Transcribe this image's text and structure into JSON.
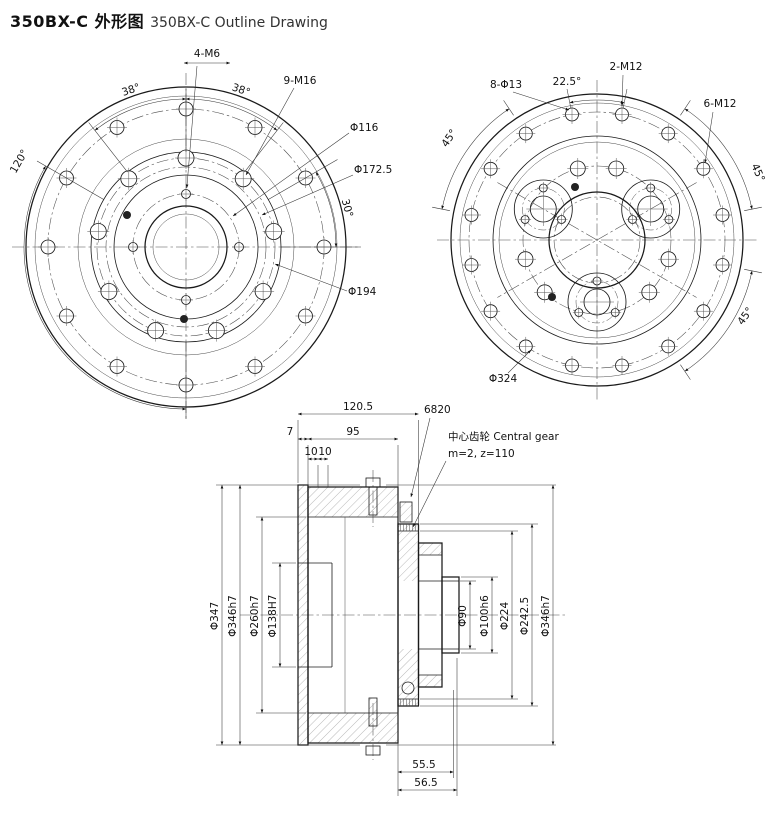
{
  "title": {
    "zh": "350BX-C 外形图",
    "en": "350BX-C Outline Drawing"
  },
  "front_view": {
    "dim_4m6": "4-M6",
    "angle_38_left": "38°",
    "angle_38_right": "38°",
    "dim_9m16": "9-M16",
    "dia_116": "Φ116",
    "dia_172_5": "Φ172.5",
    "angle_30": "30°",
    "angle_120": "120°",
    "dia_194": "Φ194"
  },
  "rear_view": {
    "dim_8d13": "8-Φ13",
    "angle_22_5": "22.5°",
    "dim_2m12": "2-M12",
    "dim_6m12": "6-M12",
    "angle_45_a": "45°",
    "angle_45_b": "45°",
    "angle_45_c": "45°",
    "dia_324": "Φ324"
  },
  "section_view": {
    "len_120_5": "120.5",
    "len_7": "7",
    "len_95": "95",
    "len_10_a": "10",
    "len_10_b": "10",
    "note_6820": "6820",
    "gear_note_line1": "中心齿轮 Central gear",
    "gear_note_line2": "m=2, z=110",
    "dia_347": "Φ347",
    "dia_346_left": "Φ346h7",
    "dia_260": "Φ260h7",
    "dia_138": "Φ138H7",
    "dia_90": "Φ90",
    "dia_100": "Φ100h6",
    "dia_224": "Φ224",
    "dia_242_5": "Φ242.5",
    "dia_346_right": "Φ346h7",
    "len_55_5": "55.5",
    "len_56_5": "56.5"
  }
}
